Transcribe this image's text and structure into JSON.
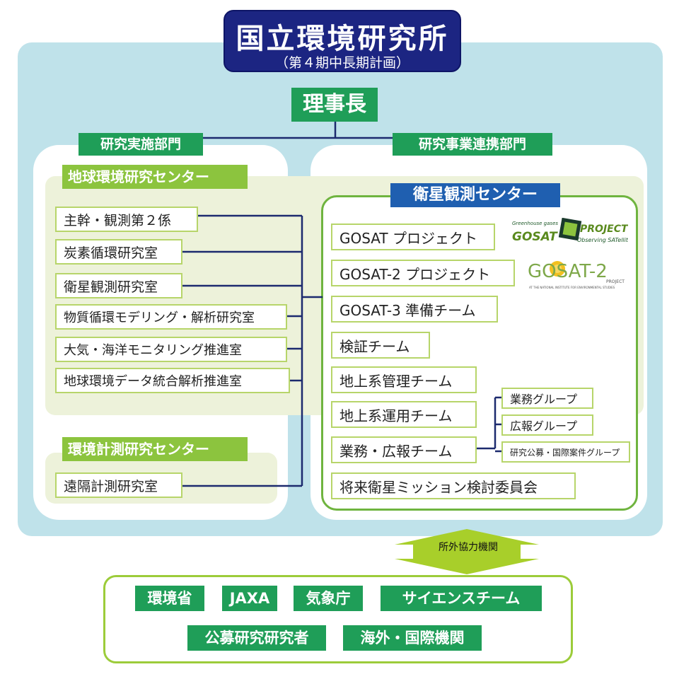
{
  "organization": {
    "title": "国立環境研究所",
    "subtitle": "（第４期中長期計画）"
  },
  "president": "理事長",
  "divisions": {
    "research": "研究実施部門",
    "partnership": "研究事業連携部門"
  },
  "earth_center": {
    "name": "地球環境研究センター",
    "units": [
      "主幹・観測第２係",
      "炭素循環研究室",
      "衛星観測研究室",
      "物質循環モデリング・解析研究室",
      "大気・海洋モニタリング推進室",
      "地球環境データ統合解析推進室"
    ]
  },
  "measurement_center": {
    "name": "環境計測研究センター",
    "units": [
      "遠隔計測研究室"
    ]
  },
  "satellite_center": {
    "name": "衛星観測センター",
    "units": [
      "GOSAT プロジェクト",
      "GOSAT-2 プロジェクト",
      "GOSAT-3 準備チーム",
      "検証チーム",
      "地上系管理チーム",
      "地上系運用チーム",
      "業務・広報チーム",
      "将来衛星ミッション検討委員会"
    ],
    "groups": [
      "業務グループ",
      "広報グループ",
      "研究公募・国際案件グループ"
    ]
  },
  "logos": {
    "gosat": {
      "small_top": "Greenhouse gases",
      "main": "GOSAT",
      "project": "PROJECT",
      "small_bottom": "Observing SATellite"
    },
    "gosat2": {
      "main": "GOSAT-2",
      "project": "PROJECT",
      "small": "AT THE NATIONAL INSTITUTE FOR ENVIRONMENTAL STUDIES"
    }
  },
  "external": {
    "arrow_label": "所外協力機関",
    "partners": [
      "環境省",
      "JAXA",
      "気象庁",
      "サイエンスチーム",
      "公募研究研究者",
      "海外・国際機関"
    ]
  },
  "colors": {
    "navy": "#1c2582",
    "light_blue_bg": "#bfe2ea",
    "green": "#1f9e58",
    "lime": "#8cc43e",
    "blue": "#1f5fb0",
    "cream": "#edf2da",
    "item_border": "#b7d56a",
    "connector": "#1c2a6e",
    "arrow": "#a8cf2a"
  }
}
